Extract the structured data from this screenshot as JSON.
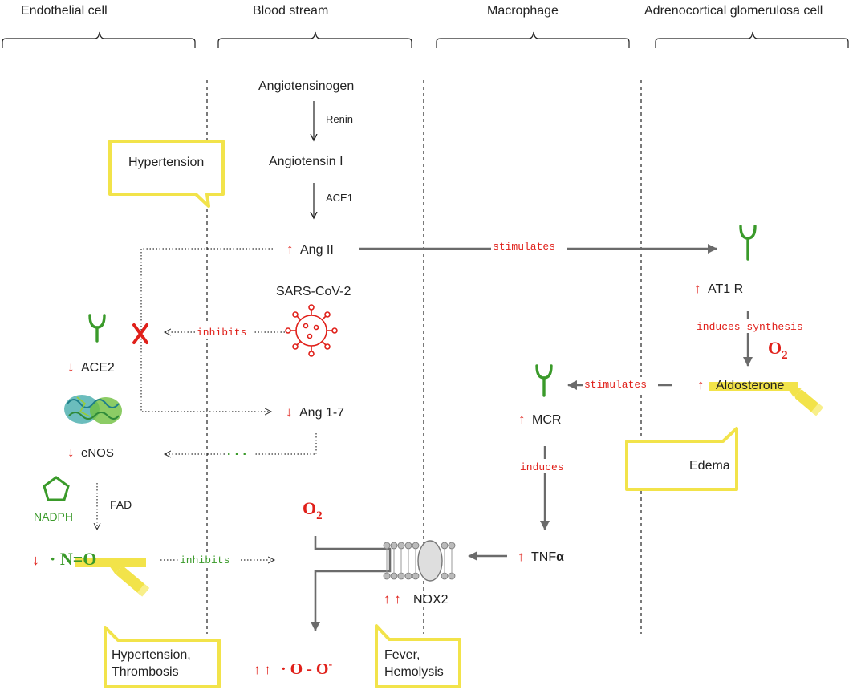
{
  "columns": {
    "endothelial": "Endothelial cell",
    "blood": "Blood stream",
    "macrophage": "Macrophage",
    "adrenal": "Adrenocortical glomerulosa cell"
  },
  "colors": {
    "red": "#e0201a",
    "green": "#3a9a2a",
    "yellow": "#f2e34a",
    "callout_fill": "#ffffff",
    "gray_arrow": "#6b6b6b",
    "dark": "#222222"
  },
  "nodes": {
    "angiotensinogen": "Angiotensinogen",
    "renin": "Renin",
    "angiotensin_i": "Angiotensin I",
    "ace1": "ACE1",
    "ang_ii": "Ang II",
    "sars": "SARS-CoV-2",
    "ace2": "ACE2",
    "ang17": "Ang 1-7",
    "enos": "eNOS",
    "fad": "FAD",
    "nadph": "NADPH",
    "no": "· N=O",
    "o2_blood": "O",
    "o2_sub": "2",
    "superoxide": "· O - O",
    "superoxide_sup": "-",
    "nox2": "NOX2",
    "tnf": "TNF",
    "tnf_alpha": "α",
    "mcr": "MCR",
    "aldosterone": "Aldosterone",
    "at1r": "AT1 R",
    "o2_adrenal": "O",
    "o2_adrenal_sub": "2"
  },
  "arrow_labels": {
    "stimulates_ang": "stimulates",
    "inhibits_sars": "inhibits",
    "induces_synthesis": "induces synthesis",
    "stimulates_ald": "stimulates",
    "induces_tnf": "induces",
    "inhibits_no": "inhibits",
    "dots": "· · ·"
  },
  "indicators": {
    "up": "↑",
    "down": "↓",
    "up2": "↑ ↑"
  },
  "callouts": {
    "hypertension": "Hypertension",
    "hyp_thromb_1": "Hypertension,",
    "hyp_thromb_2": "Thrombosis",
    "fever_1": "Fever,",
    "fever_2": "Hemolysis",
    "edema": "Edema"
  }
}
